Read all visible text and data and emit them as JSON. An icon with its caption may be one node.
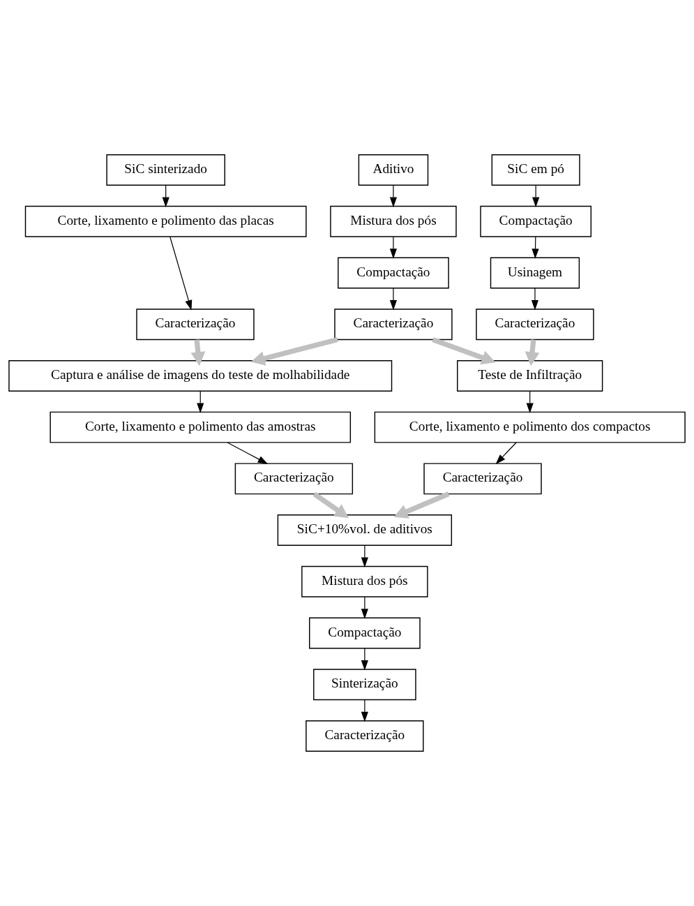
{
  "diagram": {
    "nodes": [
      {
        "text": [
          "SiC sinterizado"
        ]
      },
      {
        "text": [
          "Corte, lixamento e polimento das placas"
        ]
      },
      {
        "text": [
          "Caracterização"
        ]
      },
      {
        "text": [
          "Aditivo"
        ]
      },
      {
        "text": [
          "Mistura dos pós"
        ]
      },
      {
        "text": [
          "Compactação"
        ]
      },
      {
        "text": [
          "Caracterização"
        ]
      },
      {
        "text": [
          "SiC em pó"
        ]
      },
      {
        "text": [
          "Compactação"
        ]
      },
      {
        "text": [
          "Usinagem"
        ]
      },
      {
        "text": [
          "Caracterização"
        ]
      },
      {
        "text": [
          "Captura e análise de imagens do teste de molhabilidade"
        ]
      },
      {
        "text": [
          "Corte, lixamento e polimento das amostras"
        ]
      },
      {
        "text": [
          "Caracterização"
        ]
      },
      {
        "text": [
          "Teste de Infiltração"
        ]
      },
      {
        "text": [
          "Corte, lixamento e polimento dos compactos"
        ]
      },
      {
        "text": [
          "Caracterização"
        ]
      },
      {
        "text": [
          "SiC+10%vol. de aditivos"
        ]
      },
      {
        "text": [
          "Mistura dos pós"
        ]
      },
      {
        "text": [
          "Compactação"
        ]
      },
      {
        "text": [
          "Sinterização"
        ]
      },
      {
        "text": [
          "Caracterização"
        ]
      }
    ],
    "edges": [
      {
        "from": 0,
        "to": 1,
        "arrow": "to"
      },
      {
        "from": 1,
        "to": 2,
        "arrow": "to"
      },
      {
        "from": 3,
        "to": 4,
        "arrow": "to"
      },
      {
        "from": 4,
        "to": 5,
        "arrow": "to"
      },
      {
        "from": 5,
        "to": 6,
        "arrow": "to"
      },
      {
        "from": 7,
        "to": 8,
        "arrow": "to"
      },
      {
        "from": 8,
        "to": 9,
        "arrow": "to"
      },
      {
        "from": 9,
        "to": 10,
        "arrow": "to"
      },
      {
        "from": 2,
        "to": 11,
        "arrow": "to",
        "style": "thick",
        "color": "#c0c0c0"
      },
      {
        "from": 6,
        "to": 11,
        "arrow": "to",
        "style": "thick",
        "color": "#c0c0c0"
      },
      {
        "from": 6,
        "to": 14,
        "arrow": "to",
        "style": "thick",
        "color": "#c0c0c0"
      },
      {
        "from": 10,
        "to": 14,
        "arrow": "to",
        "style": "thick",
        "color": "#c0c0c0"
      },
      {
        "from": 11,
        "to": 12,
        "arrow": "to"
      },
      {
        "from": 12,
        "to": 13,
        "arrow": "to"
      },
      {
        "from": 14,
        "to": 15,
        "arrow": "to"
      },
      {
        "from": 15,
        "to": 16,
        "arrow": "to"
      },
      {
        "from": 13,
        "to": 17,
        "arrow": "to",
        "style": "thick",
        "color": "#c0c0c0"
      },
      {
        "from": 16,
        "to": 17,
        "arrow": "to",
        "style": "thick",
        "color": "#c0c0c0"
      },
      {
        "from": 17,
        "to": 18,
        "arrow": "to"
      },
      {
        "from": 18,
        "to": 19,
        "arrow": "to"
      },
      {
        "from": 19,
        "to": 20,
        "arrow": "to"
      },
      {
        "from": 20,
        "to": 21,
        "arrow": "to"
      }
    ]
  }
}
